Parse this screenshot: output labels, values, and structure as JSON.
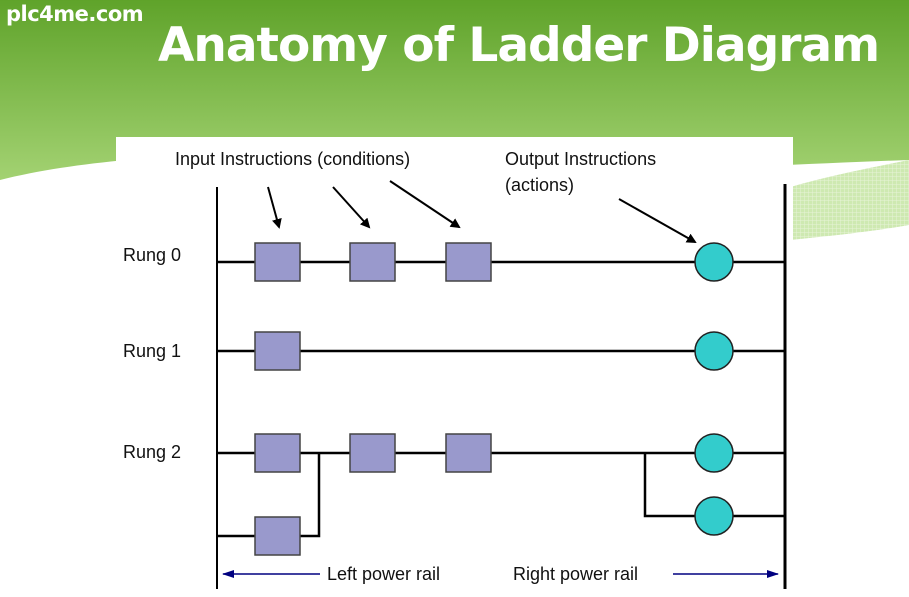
{
  "site": {
    "label": "plc4me.com"
  },
  "slide": {
    "title": "Anatomy of Ladder Diagram"
  },
  "theme": {
    "header_green_top": "#5fa32a",
    "header_green_bottom": "#9ccf6c",
    "contact_fill": "#9999cc",
    "coil_fill": "#33cccc",
    "rail_arrow_color": "#000080"
  },
  "annotations": {
    "input_instructions": "Input Instructions (conditions)",
    "output_instructions_line1": "Output Instructions",
    "output_instructions_line2": "(actions)",
    "left_power_rail": "Left power rail",
    "right_power_rail": "Right power rail"
  },
  "rungs": [
    {
      "label": "Rung 0",
      "contacts": 3,
      "coils": 1,
      "parallel_contact_branch": false,
      "parallel_coil_branch": false
    },
    {
      "label": "Rung 1",
      "contacts": 1,
      "coils": 1,
      "parallel_contact_branch": false,
      "parallel_coil_branch": false
    },
    {
      "label": "Rung 2",
      "contacts": 3,
      "coils": 1,
      "parallel_contact_branch": true,
      "parallel_coil_branch": true
    }
  ]
}
